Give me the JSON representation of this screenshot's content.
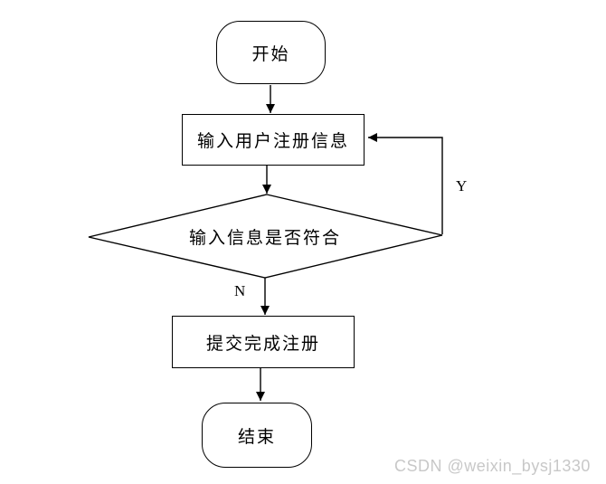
{
  "page": {
    "background_color": "#ffffff",
    "line_color": "#000000"
  },
  "flowchart": {
    "nodes": [
      {
        "id": "start",
        "type": "terminator",
        "label": "开始"
      },
      {
        "id": "input",
        "type": "process",
        "label": "输入用户注册信息"
      },
      {
        "id": "validate",
        "type": "decision",
        "label": "输入信息是否符合"
      },
      {
        "id": "submit",
        "type": "process",
        "label": "提交完成注册"
      },
      {
        "id": "end",
        "type": "terminator",
        "label": "结束"
      }
    ],
    "edge_labels": {
      "yes": "Y",
      "no": "N"
    }
  },
  "watermark": {
    "text": "CSDN @weixin_bysj1330",
    "color": "#c8c8c8"
  }
}
